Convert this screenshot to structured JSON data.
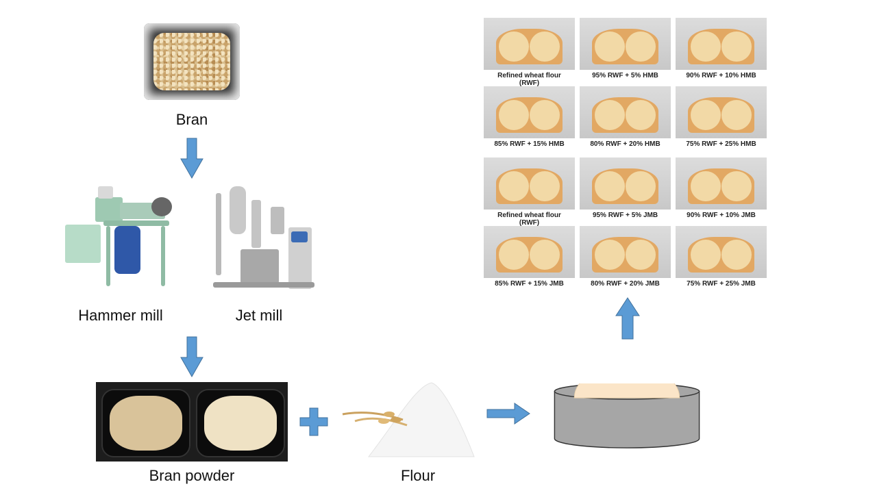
{
  "labels": {
    "bran": "Bran",
    "hammer_mill": "Hammer mill",
    "jet_mill": "Jet mill",
    "bran_powder": "Bran powder",
    "flour": "Flour"
  },
  "bread_grid": [
    "Refined wheat flour\n(RWF)",
    "95% RWF + 5% HMB",
    "90% RWF + 10% HMB",
    "85% RWF + 15% HMB",
    "80% RWF + 20% HMB",
    "75% RWF + 25% HMB",
    "Refined wheat flour\n(RWF)",
    "95% RWF + 5% JMB",
    "90% RWF + 10% JMB",
    "85% RWF + 15% JMB",
    "80% RWF + 20% JMB",
    "75% RWF + 25% JMB"
  ],
  "colors": {
    "arrow": "#5b9bd5",
    "arrow_stroke": "#41719c",
    "dough": "#fbe5c8",
    "bowl": "#a6a6a6"
  }
}
